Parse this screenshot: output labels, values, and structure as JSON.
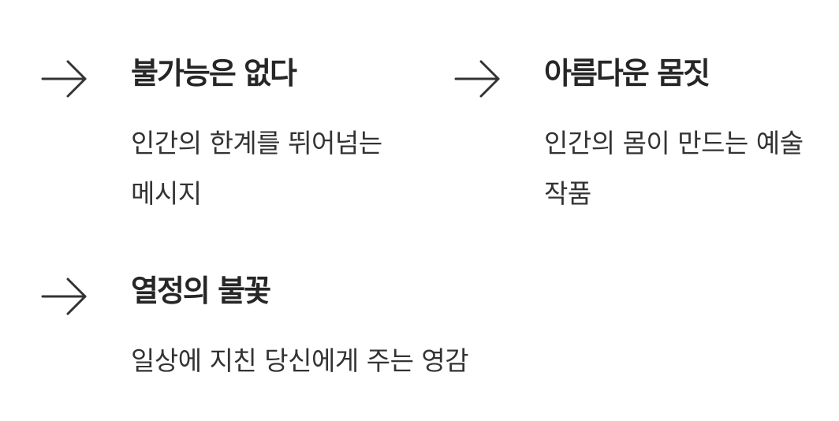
{
  "features": [
    {
      "icon": "arrow-right-icon",
      "title": "불가능은 없다",
      "description": "인간의 한계를 뛰어넘는 메시지"
    },
    {
      "icon": "arrow-right-icon",
      "title": "아름다운 몸짓",
      "description": "인간의 몸이 만드는 예술 작품"
    },
    {
      "icon": "arrow-right-icon",
      "title": "열정의 불꽃",
      "description": "일상에 지친 당신에게 주는 영감"
    }
  ],
  "colors": {
    "text": "#262626",
    "arrow": "#333333",
    "background": "#ffffff"
  }
}
